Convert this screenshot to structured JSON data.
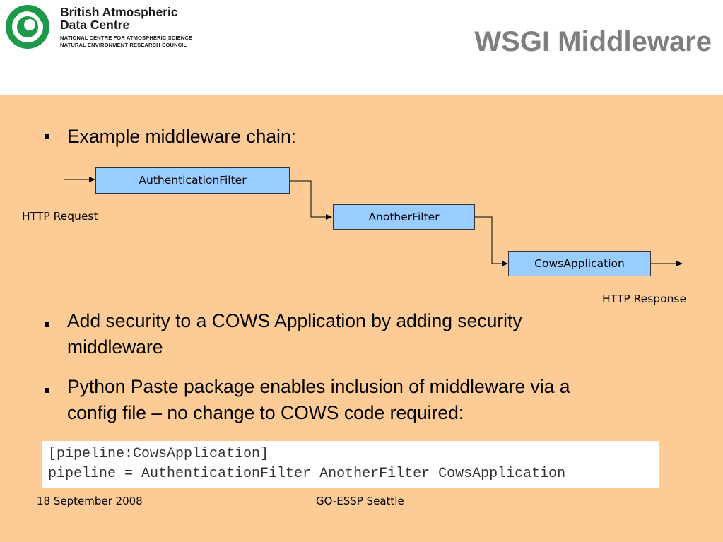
{
  "header": {
    "logo_line1": "British Atmospheric",
    "logo_line2": "Data Centre",
    "logo_sub1": "NATIONAL CENTRE FOR ATMOSPHERIC SCIENCE",
    "logo_sub2": "NATURAL ENVIRONMENT RESEARCH COUNCIL",
    "title": "WSGI Middleware"
  },
  "bullets": [
    {
      "line1": "Example middleware chain:"
    },
    {
      "line1": "Add security to a COWS Application by adding security",
      "line2": "middleware"
    },
    {
      "line1": "Python Paste package enables inclusion of middleware via a",
      "line2": "config file – no change to COWS code required:"
    }
  ],
  "diagram": {
    "nodes": [
      {
        "label": "AuthenticationFilter"
      },
      {
        "label": "AnotherFilter"
      },
      {
        "label": "CowsApplication"
      }
    ],
    "input_label": "HTTP Request",
    "output_label": "HTTP Response"
  },
  "config": {
    "line1": "[pipeline:CowsApplication]",
    "line2": "pipeline = AuthenticationFilter AnotherFilter CowsApplication"
  },
  "footer": {
    "date": "18 September 2008",
    "event": "GO-ESSP Seattle"
  },
  "colors": {
    "background": "#fccb96",
    "node_fill": "#99ccff",
    "title": "#7f7f7f",
    "logo_green": "#1c9a4a"
  }
}
